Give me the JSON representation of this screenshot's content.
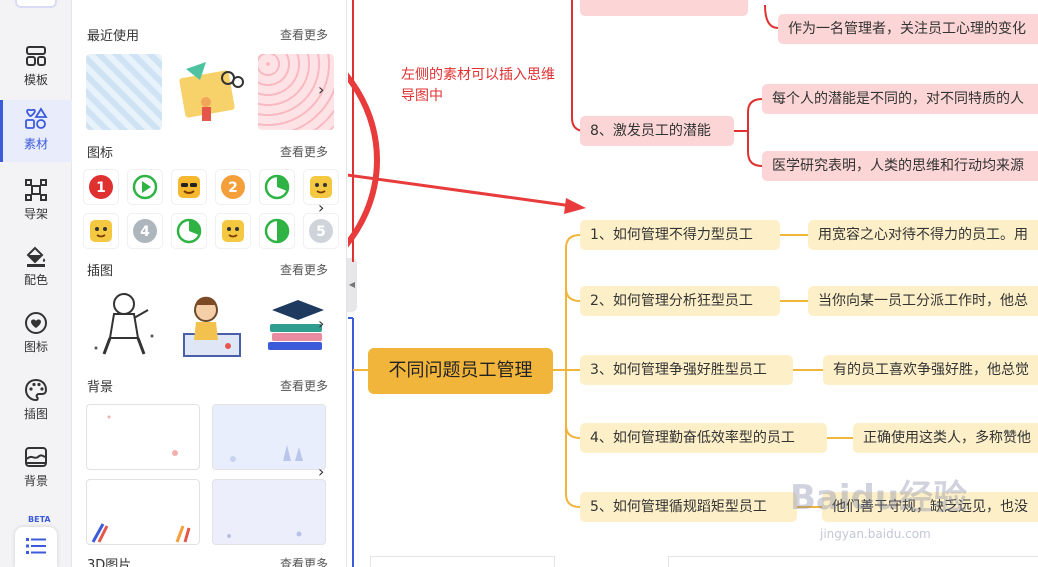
{
  "rail": {
    "items": [
      {
        "label": "模板",
        "icon": "template-icon"
      },
      {
        "label": "素材",
        "icon": "material-icon"
      },
      {
        "label": "导架",
        "icon": "frame-icon"
      },
      {
        "label": "配色",
        "icon": "paint-bucket-icon"
      },
      {
        "label": "图标",
        "icon": "heart-icon"
      },
      {
        "label": "插图",
        "icon": "palette-icon"
      },
      {
        "label": "背景",
        "icon": "background-icon"
      }
    ],
    "active_index": 1,
    "beta_label": "BETA"
  },
  "panel": {
    "sections": {
      "recent": {
        "title": "最近使用",
        "more": "查看更多"
      },
      "icons": {
        "title": "图标",
        "more": "查看更多"
      },
      "illustrations": {
        "title": "插图",
        "more": "查看更多"
      },
      "backgrounds": {
        "title": "背景",
        "more": "查看更多"
      },
      "threed": {
        "title": "3D图片",
        "more": "查看更多"
      }
    },
    "icon_grid": [
      {
        "type": "number",
        "text": "1",
        "color": "#e03131"
      },
      {
        "type": "play",
        "color": "#2fb344"
      },
      {
        "type": "face-cool",
        "color": "#f5b82e"
      },
      {
        "type": "number",
        "text": "2",
        "color": "#f59f3a"
      },
      {
        "type": "pie",
        "color": "#2fb344"
      },
      {
        "type": "face",
        "color": "#f5c842"
      },
      {
        "type": "face",
        "color": "#f5c842"
      },
      {
        "type": "number",
        "text": "4",
        "color": "#adb5bd"
      },
      {
        "type": "pie",
        "color": "#2fb344"
      },
      {
        "type": "face",
        "color": "#f5c842"
      },
      {
        "type": "half",
        "color": "#2fb344"
      },
      {
        "type": "number",
        "text": "5",
        "color": "#ced4da"
      }
    ]
  },
  "canvas": {
    "annotation": "左侧的素材可以插入思维导图中",
    "root": "不同问题员工管理",
    "top_nodes": [
      {
        "text": "作为一名管理者，关注员工心理的变化"
      },
      {
        "text": "8、激发员工的潜能"
      },
      {
        "text": "每个人的潜能是不同的，对不同特质的人"
      },
      {
        "text": "医学研究表明，人类的思维和行动均来源"
      }
    ],
    "branches": [
      {
        "title": "1、如何管理不得力型员工",
        "detail": "用宽容之心对待不得力的员工。用"
      },
      {
        "title": "2、如何管理分析狂型员工",
        "detail": "当你向某一员工分派工作时，他总"
      },
      {
        "title": "3、如何管理争强好胜型员工",
        "detail": "有的员工喜欢争强好胜，他总觉"
      },
      {
        "title": "4、如何管理勤奋低效率型的员工",
        "detail": "正确使用这类人，多称赞他"
      },
      {
        "title": "5、如何管理循规蹈矩型员工",
        "detail": "他们善于守规，缺乏远见，也没"
      }
    ],
    "colors": {
      "red_line": "#e03131",
      "yellow_line": "#f2b53b",
      "blue_line": "#3b5bdb"
    }
  },
  "watermark": {
    "main": "Baidu经验",
    "sub": "jingyan.baidu.com"
  }
}
